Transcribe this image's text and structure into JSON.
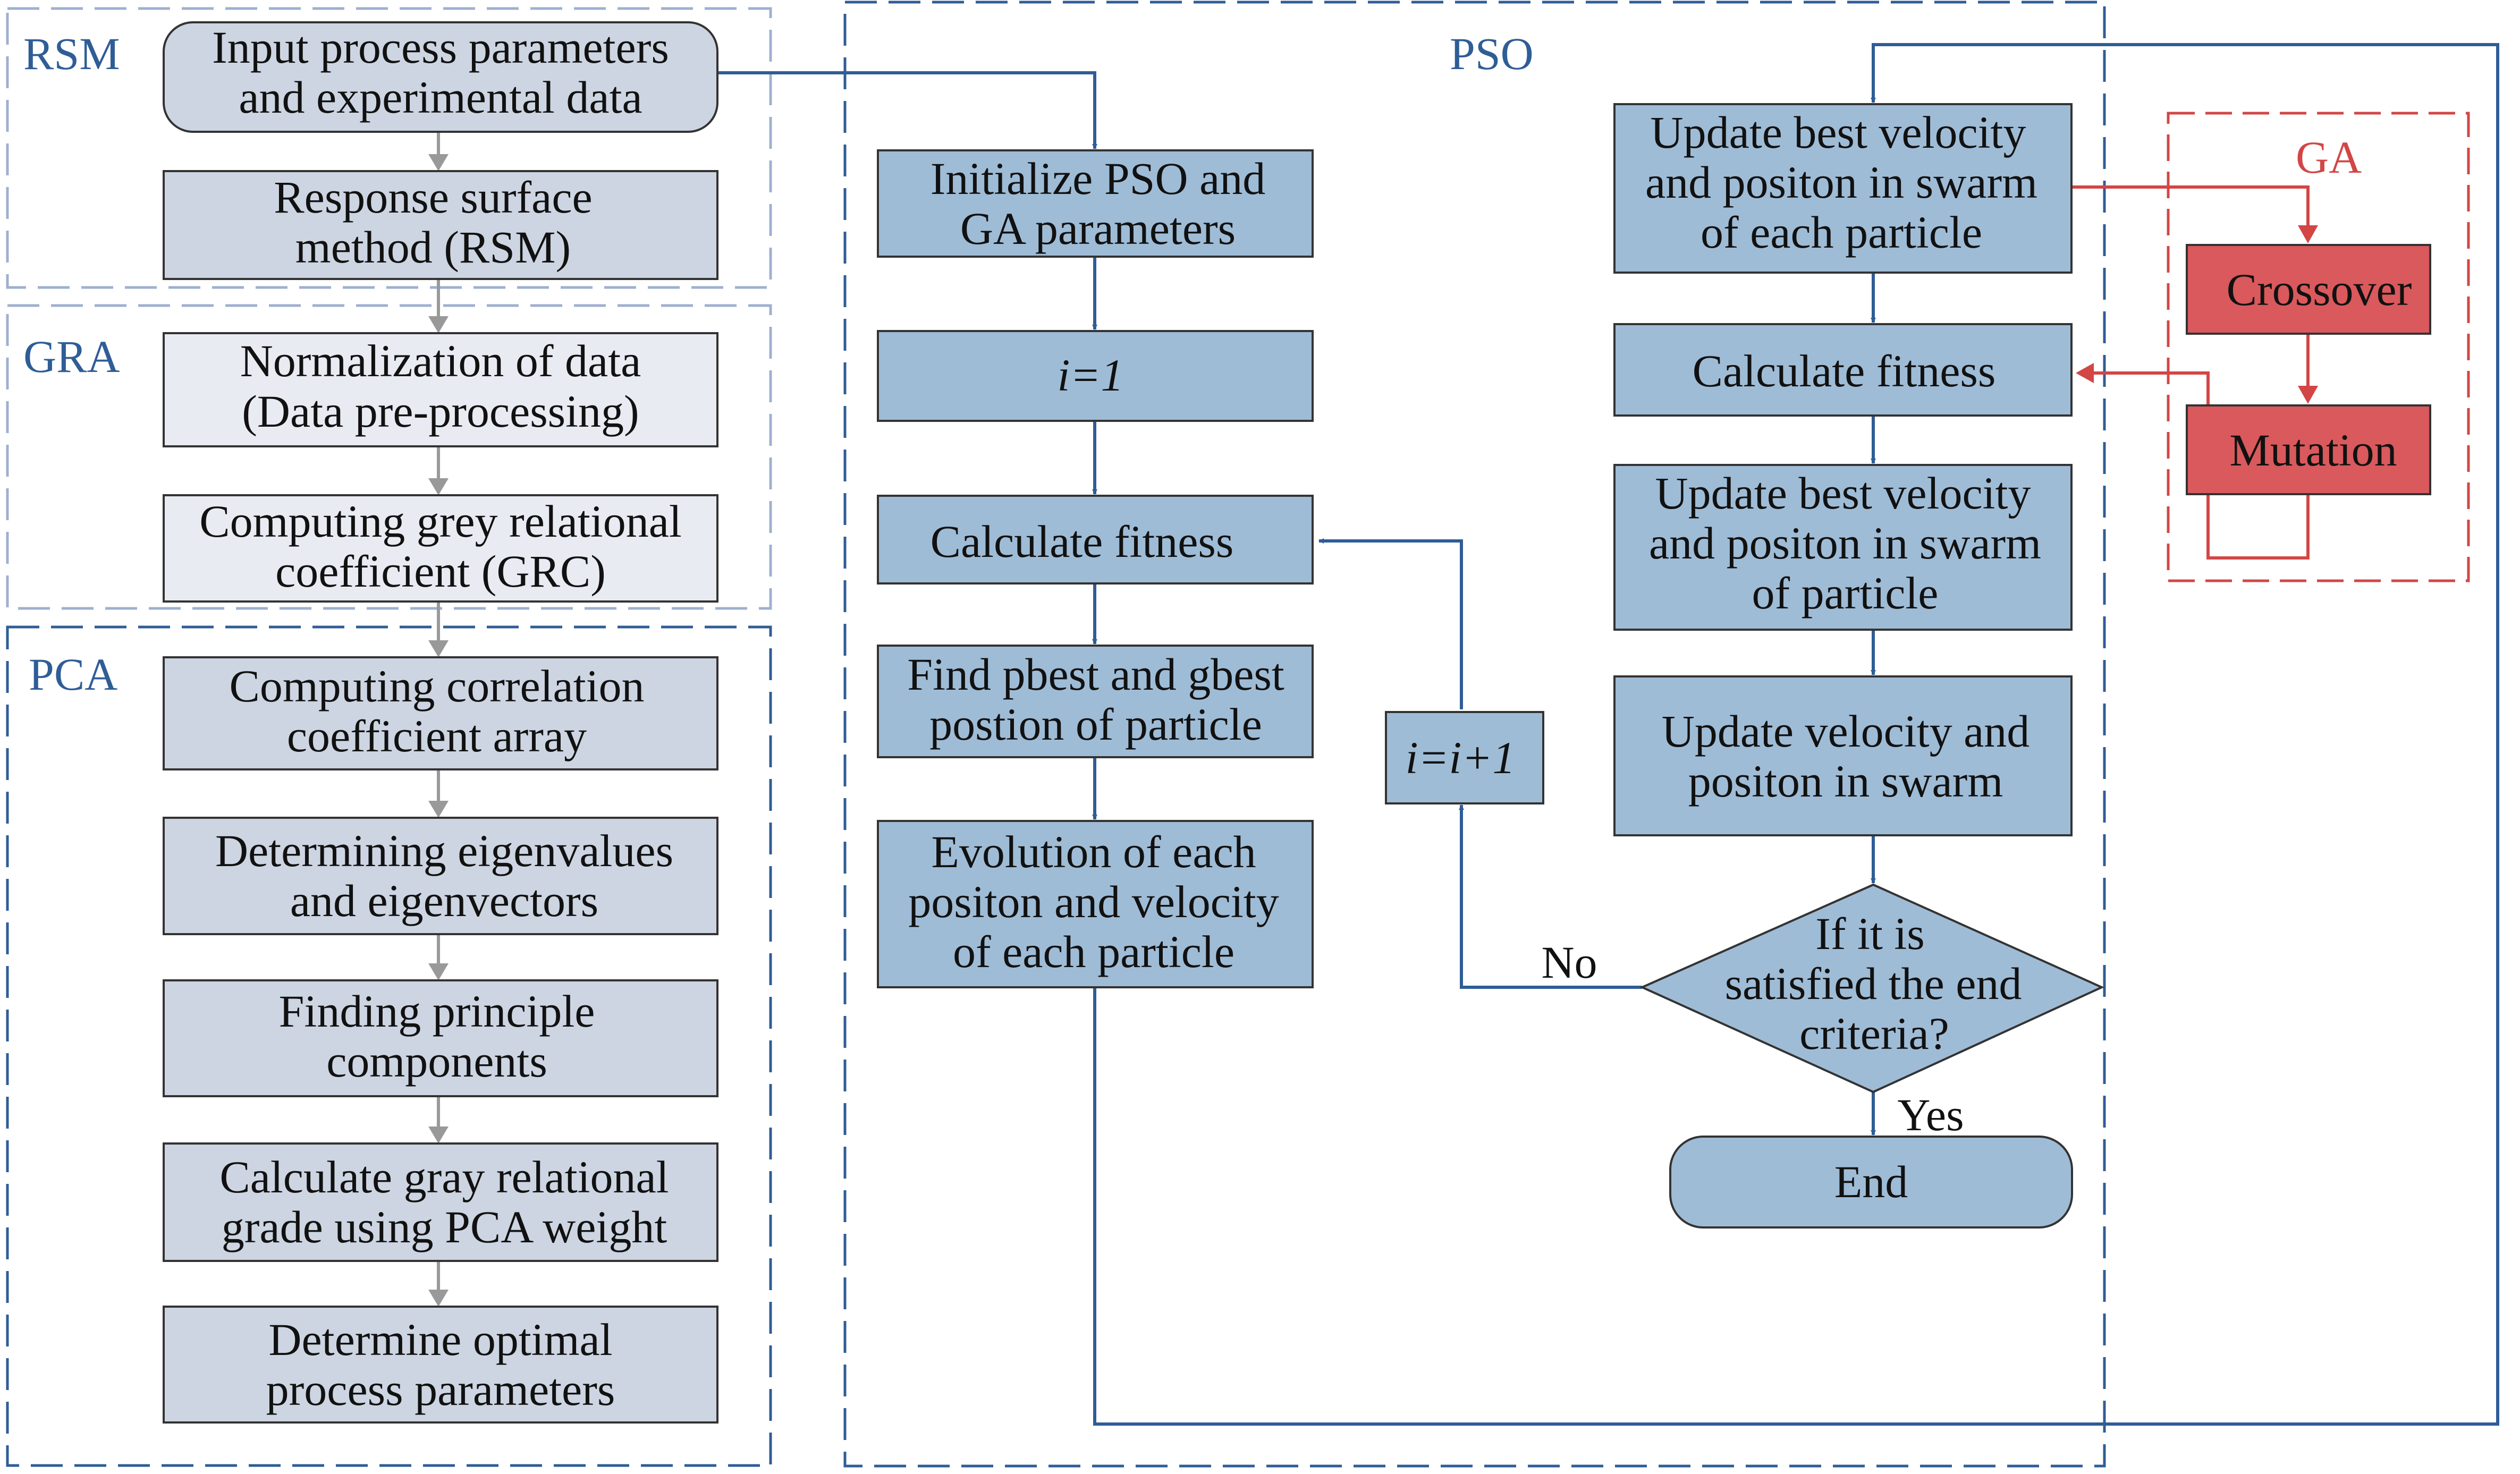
{
  "colors": {
    "rsm_box": "#cdd5e2",
    "gra_box": "#e9ebf2",
    "pca_box": "#cdd5e2",
    "pso_box": "#9fbcd6",
    "ga_box": "#d9595c",
    "blue_line": "#2f5d96",
    "gray_arrow": "#999999",
    "light_dash": "#9fb0cf",
    "dark_dash": "#2f5d96",
    "red": "#d24646",
    "group_label": "#2f5d96"
  },
  "groups": {
    "rsm": "RSM",
    "gra": "GRA",
    "pca": "PCA",
    "pso": "PSO",
    "ga": "GA"
  },
  "nodes": {
    "input": [
      "Input process parameters",
      "and experimental data"
    ],
    "rsm": [
      "Response surface",
      "method (RSM)"
    ],
    "normalization": [
      "Normalization of data",
      "(Data pre-processing)"
    ],
    "grc": [
      "Computing grey relational",
      "coefficient (GRC)"
    ],
    "correlation": [
      "Computing correlation",
      "coefficient array"
    ],
    "eigen": [
      "Determining eigenvalues",
      "and eigenvectors"
    ],
    "principle": [
      "Finding principle",
      "components"
    ],
    "grade": [
      "Calculate gray relational",
      "grade using PCA weight"
    ],
    "optimal": [
      "Determine optimal",
      "process parameters"
    ],
    "init": [
      "Initialize PSO and",
      "GA parameters"
    ],
    "i1": [
      "i=1"
    ],
    "calc1": [
      "Calculate fitness"
    ],
    "pbest": [
      "Find pbest and gbest",
      "postion of particle"
    ],
    "evolution": [
      "Evolution of each",
      "positon and velocity",
      "of each particle"
    ],
    "iinc": [
      "i=i+1"
    ],
    "update1": [
      "Update best velocity",
      "and positon in swarm",
      "of each particle"
    ],
    "calc2": [
      "Calculate fitness"
    ],
    "update2": [
      "Update best velocity",
      "and positon in swarm",
      "of particle"
    ],
    "update3": [
      "Update velocity and",
      "positon in swarm"
    ],
    "decision": [
      "If it is",
      "satisfied the end",
      "criteria?"
    ],
    "end": [
      "End"
    ],
    "crossover": [
      "Crossover"
    ],
    "mutation": [
      "Mutation"
    ]
  },
  "edge_labels": {
    "no": "No",
    "yes": "Yes"
  }
}
